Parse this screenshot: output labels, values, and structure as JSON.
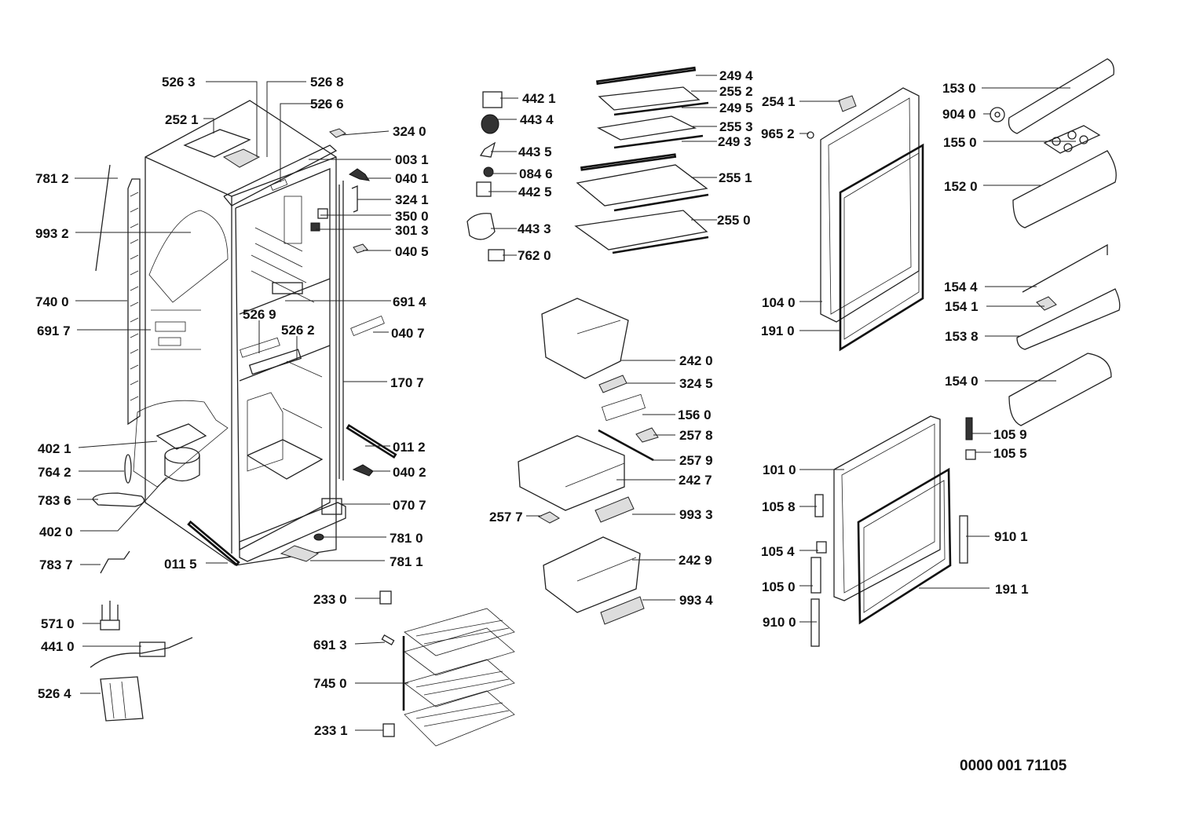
{
  "diagram": {
    "type": "exploded-parts-diagram",
    "subject": "refrigerator-freezer",
    "reference_code": "0000 001  71105",
    "parts": [
      {
        "id": "p5263",
        "label": "526 3"
      },
      {
        "id": "p5268",
        "label": "526 8"
      },
      {
        "id": "p5266",
        "label": "526 6"
      },
      {
        "id": "p2521",
        "label": "252 1"
      },
      {
        "id": "p3240",
        "label": "324 0"
      },
      {
        "id": "p0031",
        "label": "003 1"
      },
      {
        "id": "p7812",
        "label": "781 2"
      },
      {
        "id": "p0401",
        "label": "040 1"
      },
      {
        "id": "p3241",
        "label": "324 1"
      },
      {
        "id": "p3500",
        "label": "350 0"
      },
      {
        "id": "p9932",
        "label": "993 2"
      },
      {
        "id": "p3013",
        "label": "301 3"
      },
      {
        "id": "p0405",
        "label": "040 5"
      },
      {
        "id": "p7400",
        "label": "740 0"
      },
      {
        "id": "p6914",
        "label": "691 4"
      },
      {
        "id": "p5269",
        "label": "526 9"
      },
      {
        "id": "p6917",
        "label": "691 7"
      },
      {
        "id": "p5262",
        "label": "526 2"
      },
      {
        "id": "p0407",
        "label": "040 7"
      },
      {
        "id": "p1707",
        "label": "170 7"
      },
      {
        "id": "p4021",
        "label": "402 1"
      },
      {
        "id": "p0112",
        "label": "011 2"
      },
      {
        "id": "p7642",
        "label": "764 2"
      },
      {
        "id": "p0402",
        "label": "040 2"
      },
      {
        "id": "p7836",
        "label": "783 6"
      },
      {
        "id": "p0707",
        "label": "070 7"
      },
      {
        "id": "p4020",
        "label": "402 0"
      },
      {
        "id": "p7810",
        "label": "781 0"
      },
      {
        "id": "p7837",
        "label": "783 7"
      },
      {
        "id": "p0115",
        "label": "011 5"
      },
      {
        "id": "p7811",
        "label": "781 1"
      },
      {
        "id": "p5710",
        "label": "571 0"
      },
      {
        "id": "p4410",
        "label": "441 0"
      },
      {
        "id": "p5264",
        "label": "526 4"
      },
      {
        "id": "p2330",
        "label": "233 0"
      },
      {
        "id": "p6913",
        "label": "691 3"
      },
      {
        "id": "p7450",
        "label": "745 0"
      },
      {
        "id": "p2331",
        "label": "233 1"
      },
      {
        "id": "p4421",
        "label": "442 1"
      },
      {
        "id": "p4434",
        "label": "443 4"
      },
      {
        "id": "p4435",
        "label": "443 5"
      },
      {
        "id": "p0846",
        "label": "084 6"
      },
      {
        "id": "p4425",
        "label": "442 5"
      },
      {
        "id": "p4433",
        "label": "443 3"
      },
      {
        "id": "p7620",
        "label": "762 0"
      },
      {
        "id": "p2494",
        "label": "249 4"
      },
      {
        "id": "p2552",
        "label": "255 2"
      },
      {
        "id": "p2495",
        "label": "249 5"
      },
      {
        "id": "p2553",
        "label": "255 3"
      },
      {
        "id": "p2493",
        "label": "249 3"
      },
      {
        "id": "p2551",
        "label": "255 1"
      },
      {
        "id": "p2550",
        "label": "255 0"
      },
      {
        "id": "p2420",
        "label": "242 0"
      },
      {
        "id": "p3245",
        "label": "324 5"
      },
      {
        "id": "p1560",
        "label": "156 0"
      },
      {
        "id": "p2578",
        "label": "257 8"
      },
      {
        "id": "p2579",
        "label": "257 9"
      },
      {
        "id": "p2427",
        "label": "242 7"
      },
      {
        "id": "p2577",
        "label": "257 7"
      },
      {
        "id": "p9933",
        "label": "993 3"
      },
      {
        "id": "p2429",
        "label": "242 9"
      },
      {
        "id": "p9934",
        "label": "993 4"
      },
      {
        "id": "p2541",
        "label": "254 1"
      },
      {
        "id": "p9652",
        "label": "965 2"
      },
      {
        "id": "p1040",
        "label": "104 0"
      },
      {
        "id": "p1910",
        "label": "191 0"
      },
      {
        "id": "p1530",
        "label": "153 0"
      },
      {
        "id": "p9040",
        "label": "904 0"
      },
      {
        "id": "p1550",
        "label": "155 0"
      },
      {
        "id": "p1520",
        "label": "152 0"
      },
      {
        "id": "p1544",
        "label": "154 4"
      },
      {
        "id": "p1541",
        "label": "154 1"
      },
      {
        "id": "p1538",
        "label": "153 8"
      },
      {
        "id": "p1540",
        "label": "154 0"
      },
      {
        "id": "p1059",
        "label": "105 9"
      },
      {
        "id": "p1055",
        "label": "105 5"
      },
      {
        "id": "p1010",
        "label": "101 0"
      },
      {
        "id": "p1058",
        "label": "105 8"
      },
      {
        "id": "p1054",
        "label": "105 4"
      },
      {
        "id": "p9101",
        "label": "910 1"
      },
      {
        "id": "p1050",
        "label": "105 0"
      },
      {
        "id": "p1911",
        "label": "191 1"
      },
      {
        "id": "p9100",
        "label": "910 0"
      }
    ]
  }
}
